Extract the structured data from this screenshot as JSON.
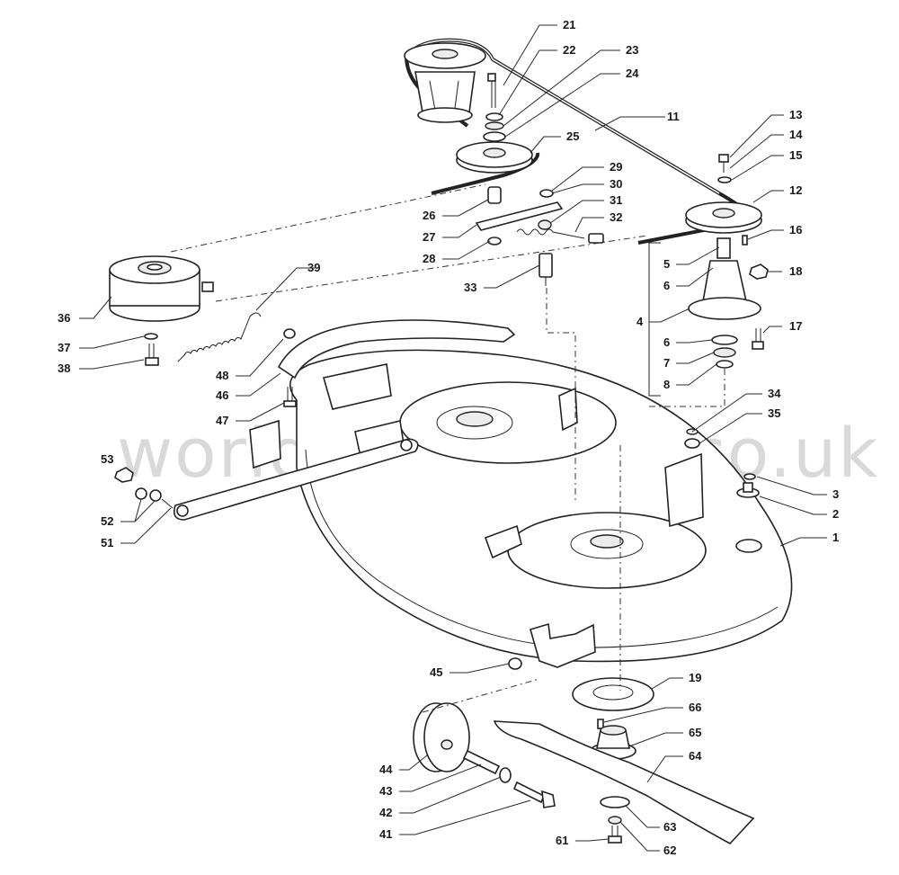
{
  "watermark": "worldofmowers.co.uk",
  "callouts": [
    {
      "id": "1",
      "text": "1"
    },
    {
      "id": "2",
      "text": "2"
    },
    {
      "id": "3",
      "text": "3"
    },
    {
      "id": "4",
      "text": "4"
    },
    {
      "id": "5",
      "text": "5"
    },
    {
      "id": "6a",
      "text": "6"
    },
    {
      "id": "6b",
      "text": "6"
    },
    {
      "id": "7",
      "text": "7"
    },
    {
      "id": "8",
      "text": "8"
    },
    {
      "id": "11",
      "text": "11"
    },
    {
      "id": "12",
      "text": "12"
    },
    {
      "id": "13",
      "text": "13"
    },
    {
      "id": "14",
      "text": "14"
    },
    {
      "id": "15",
      "text": "15"
    },
    {
      "id": "16",
      "text": "16"
    },
    {
      "id": "17",
      "text": "17"
    },
    {
      "id": "18",
      "text": "18"
    },
    {
      "id": "19",
      "text": "19"
    },
    {
      "id": "21",
      "text": "21"
    },
    {
      "id": "22",
      "text": "22"
    },
    {
      "id": "23",
      "text": "23"
    },
    {
      "id": "24",
      "text": "24"
    },
    {
      "id": "25",
      "text": "25"
    },
    {
      "id": "26",
      "text": "26"
    },
    {
      "id": "27",
      "text": "27"
    },
    {
      "id": "28",
      "text": "28"
    },
    {
      "id": "29",
      "text": "29"
    },
    {
      "id": "30",
      "text": "30"
    },
    {
      "id": "31",
      "text": "31"
    },
    {
      "id": "32",
      "text": "32"
    },
    {
      "id": "33",
      "text": "33"
    },
    {
      "id": "34",
      "text": "34"
    },
    {
      "id": "35",
      "text": "35"
    },
    {
      "id": "36",
      "text": "36"
    },
    {
      "id": "37",
      "text": "37"
    },
    {
      "id": "38",
      "text": "38"
    },
    {
      "id": "39",
      "text": "39"
    },
    {
      "id": "41",
      "text": "41"
    },
    {
      "id": "42",
      "text": "42"
    },
    {
      "id": "43",
      "text": "43"
    },
    {
      "id": "44",
      "text": "44"
    },
    {
      "id": "45",
      "text": "45"
    },
    {
      "id": "46",
      "text": "46"
    },
    {
      "id": "47",
      "text": "47"
    },
    {
      "id": "48",
      "text": "48"
    },
    {
      "id": "51",
      "text": "51"
    },
    {
      "id": "52",
      "text": "52"
    },
    {
      "id": "53",
      "text": "53"
    },
    {
      "id": "61",
      "text": "61"
    },
    {
      "id": "62",
      "text": "62"
    },
    {
      "id": "63",
      "text": "63"
    },
    {
      "id": "64",
      "text": "64"
    },
    {
      "id": "65",
      "text": "65"
    },
    {
      "id": "66",
      "text": "66"
    }
  ]
}
